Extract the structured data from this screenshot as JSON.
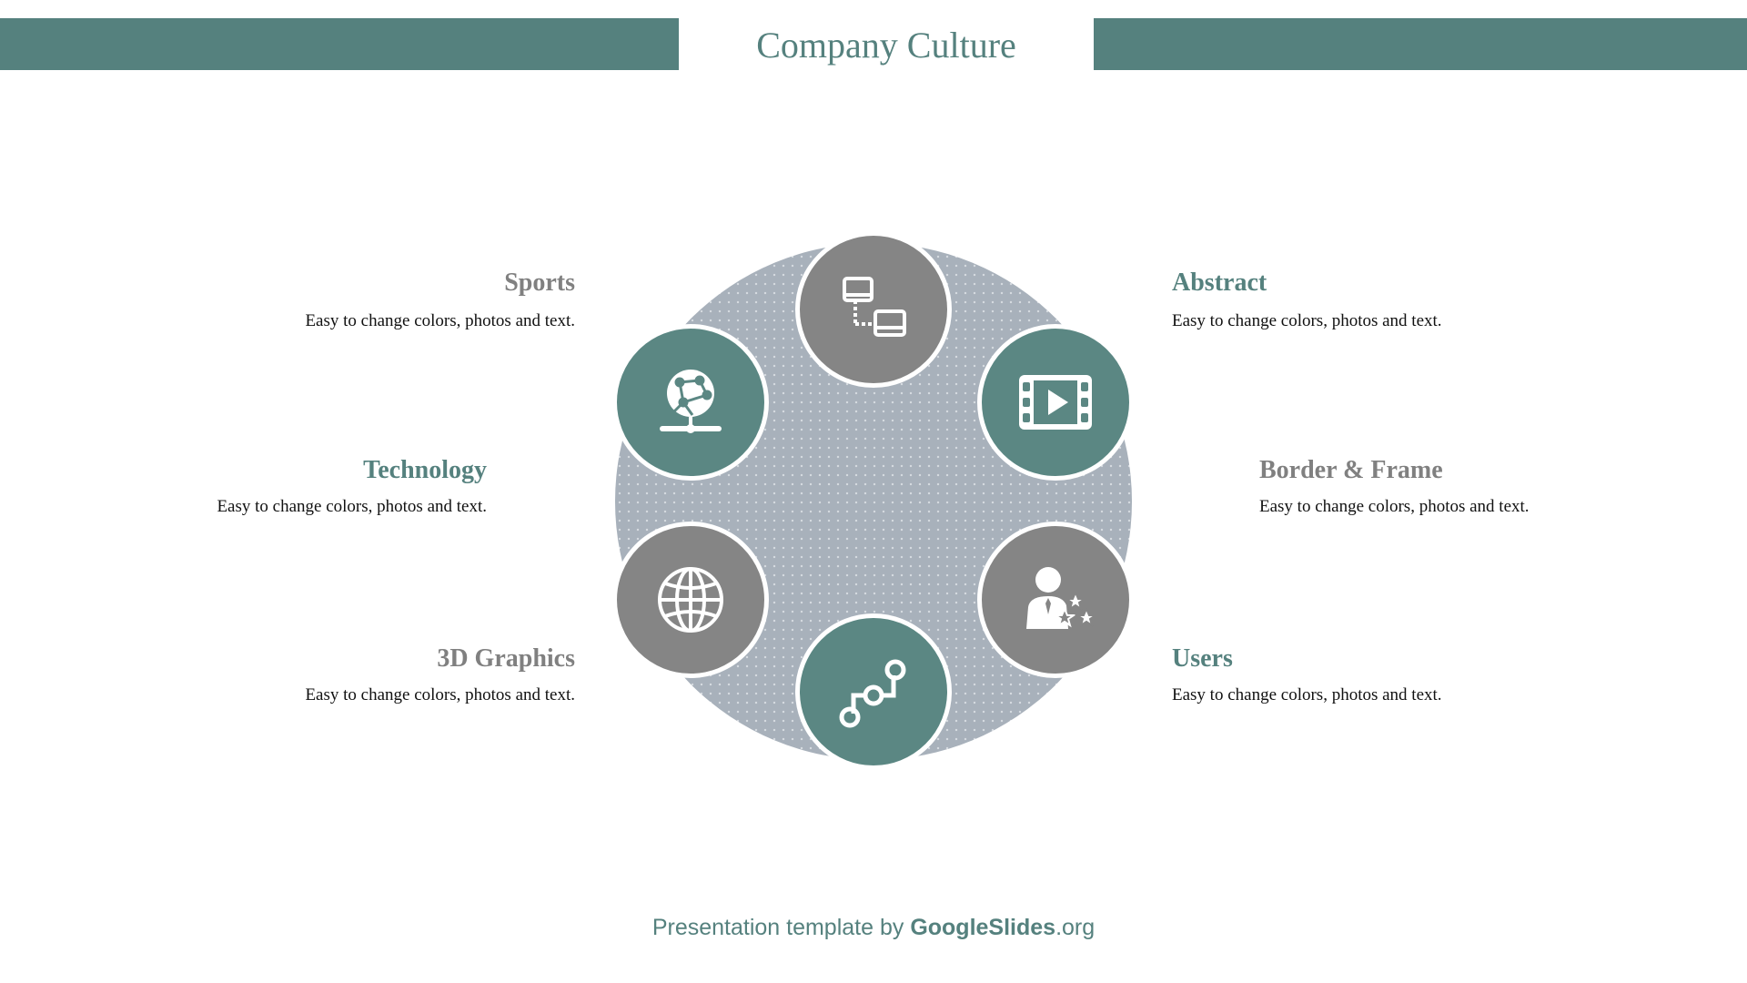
{
  "header": {
    "title": "Company Culture"
  },
  "colors": {
    "teal": "#5b8783",
    "gray": "#858585",
    "circle_bg": "#a8b1bb"
  },
  "items": [
    {
      "title": "Sports",
      "desc": "Easy to change colors, photos and text.",
      "icon": "network-computers-icon"
    },
    {
      "title": "Technology",
      "desc": "Easy to change colors, photos and text.",
      "icon": "global-network-icon"
    },
    {
      "title": "3D Graphics",
      "desc": "Easy to change colors, photos and text.",
      "icon": "globe-icon"
    },
    {
      "title": "Abstract",
      "desc": "Easy to change colors, photos and text.",
      "icon": "film-play-icon"
    },
    {
      "title": "Border & Frame",
      "desc": "Easy to change colors, photos and text.",
      "icon": "user-stars-icon"
    },
    {
      "title": "Users",
      "desc": "Easy to change colors, photos and text.",
      "icon": "step-path-icon"
    }
  ],
  "footer": {
    "prefix": "Presentation template by ",
    "brand": "GoogleSlides",
    "suffix": ".org"
  }
}
